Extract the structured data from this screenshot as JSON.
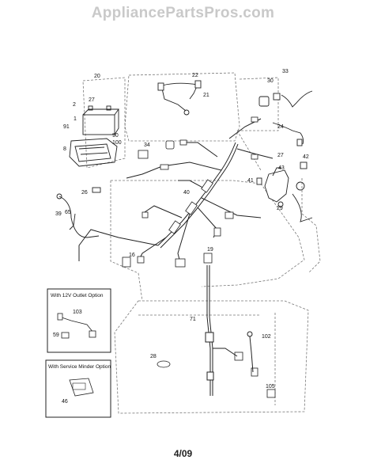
{
  "watermark": "AppliancePartsPros.com",
  "footer_date": "4/09",
  "insets": {
    "outlet_title": "With 12V Outlet Option",
    "minder_title": "With Service Minder Option"
  },
  "part_labels": {
    "p20": "20",
    "p22": "22",
    "p21": "21",
    "p30": "30",
    "p33": "33",
    "p2": "2",
    "p27a": "27",
    "p1": "1",
    "p91": "91",
    "p8": "8",
    "p90": "90",
    "p100": "100",
    "p34": "34",
    "p24": "24",
    "p27b": "27",
    "p42": "42",
    "p43": "43",
    "p41": "41",
    "p29": "29",
    "p26": "26",
    "p40": "40",
    "p39": "39",
    "p65": "65",
    "p16": "16",
    "p19": "19",
    "p71": "71",
    "p102": "102",
    "p28": "28",
    "p105": "105",
    "p103": "103",
    "p59": "59",
    "p46": "46"
  }
}
